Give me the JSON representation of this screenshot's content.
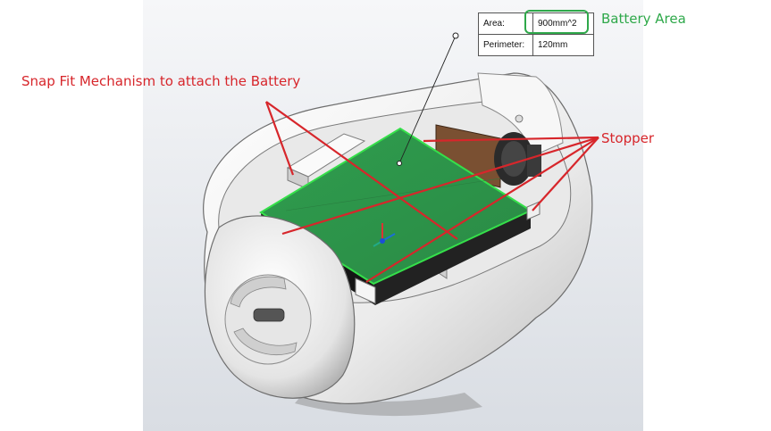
{
  "annotations": {
    "snap_fit": "Snap Fit Mechanism to attach the Battery",
    "stopper": "Stopper",
    "battery_area": "Battery Area"
  },
  "measurement": {
    "area_label": "Area:",
    "area_value": "900mm^2",
    "perimeter_label": "Perimeter:",
    "perimeter_value": "120mm"
  },
  "colors": {
    "annotation_red": "#d7262b",
    "battery_area_green": "#2ea84a",
    "pcb_green": "#2f9a4c",
    "pcb_edge": "#35e04a",
    "shell_white": "#f3f3f3",
    "shell_shadow": "#a9a9a9",
    "background_gray": "#e7eaee"
  }
}
